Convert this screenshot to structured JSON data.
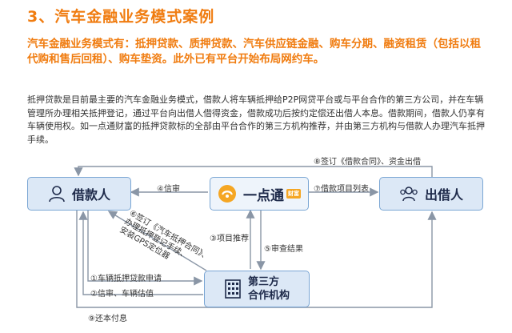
{
  "title": "3、汽车金融业务模式案例",
  "intro": "汽车金融业务模式有：抵押贷款、质押贷款、汽车供应链金融、购车分期、融资租赁（包括以租代购和售后回租）、购车垫资。此外已有平台开始布局网约车。",
  "body": "抵押贷款是目前最主要的汽车金融业务模式，借款人将车辆抵押给P2P网贷平台或与平台合作的第三方公司，并在车辆管理所办理相关抵押登记，通过平台向出借人借得资金，借款成功后按约定偿还出借人本息。借款期间，借款人仍享有车辆使用权。如一点通财富的抵押贷款标的全部由平台合作的第三方机构推荐，并由第三方机构与借款人办理汽车抵押手续。",
  "diagram": {
    "borrower": "借款人",
    "platform": "一点通",
    "platform_tag": "财富",
    "lender": "出借人",
    "third_party_line1": "第三方",
    "third_party_line2": "合作机构",
    "steps": {
      "s1": "①车辆抵押贷款申请",
      "s2": "②信审、车辆估值",
      "s3": "③项目推荐",
      "s4": "④信审",
      "s5": "⑤审查结果",
      "s6_line1": "⑥签订《汽车抵押合同》、",
      "s6_line2": "办理抵押登记手续、",
      "s6_line3": "安装GPS定位器",
      "s7": "⑦借款项目列表",
      "s8": "⑧签订《借款合同》、资金出借",
      "s9": "⑨还本付息"
    },
    "colors": {
      "box_fill": "#dce8f6",
      "box_border": "#7aa6d4",
      "arrow": "#8a96a6",
      "title": "#f07c10"
    }
  }
}
